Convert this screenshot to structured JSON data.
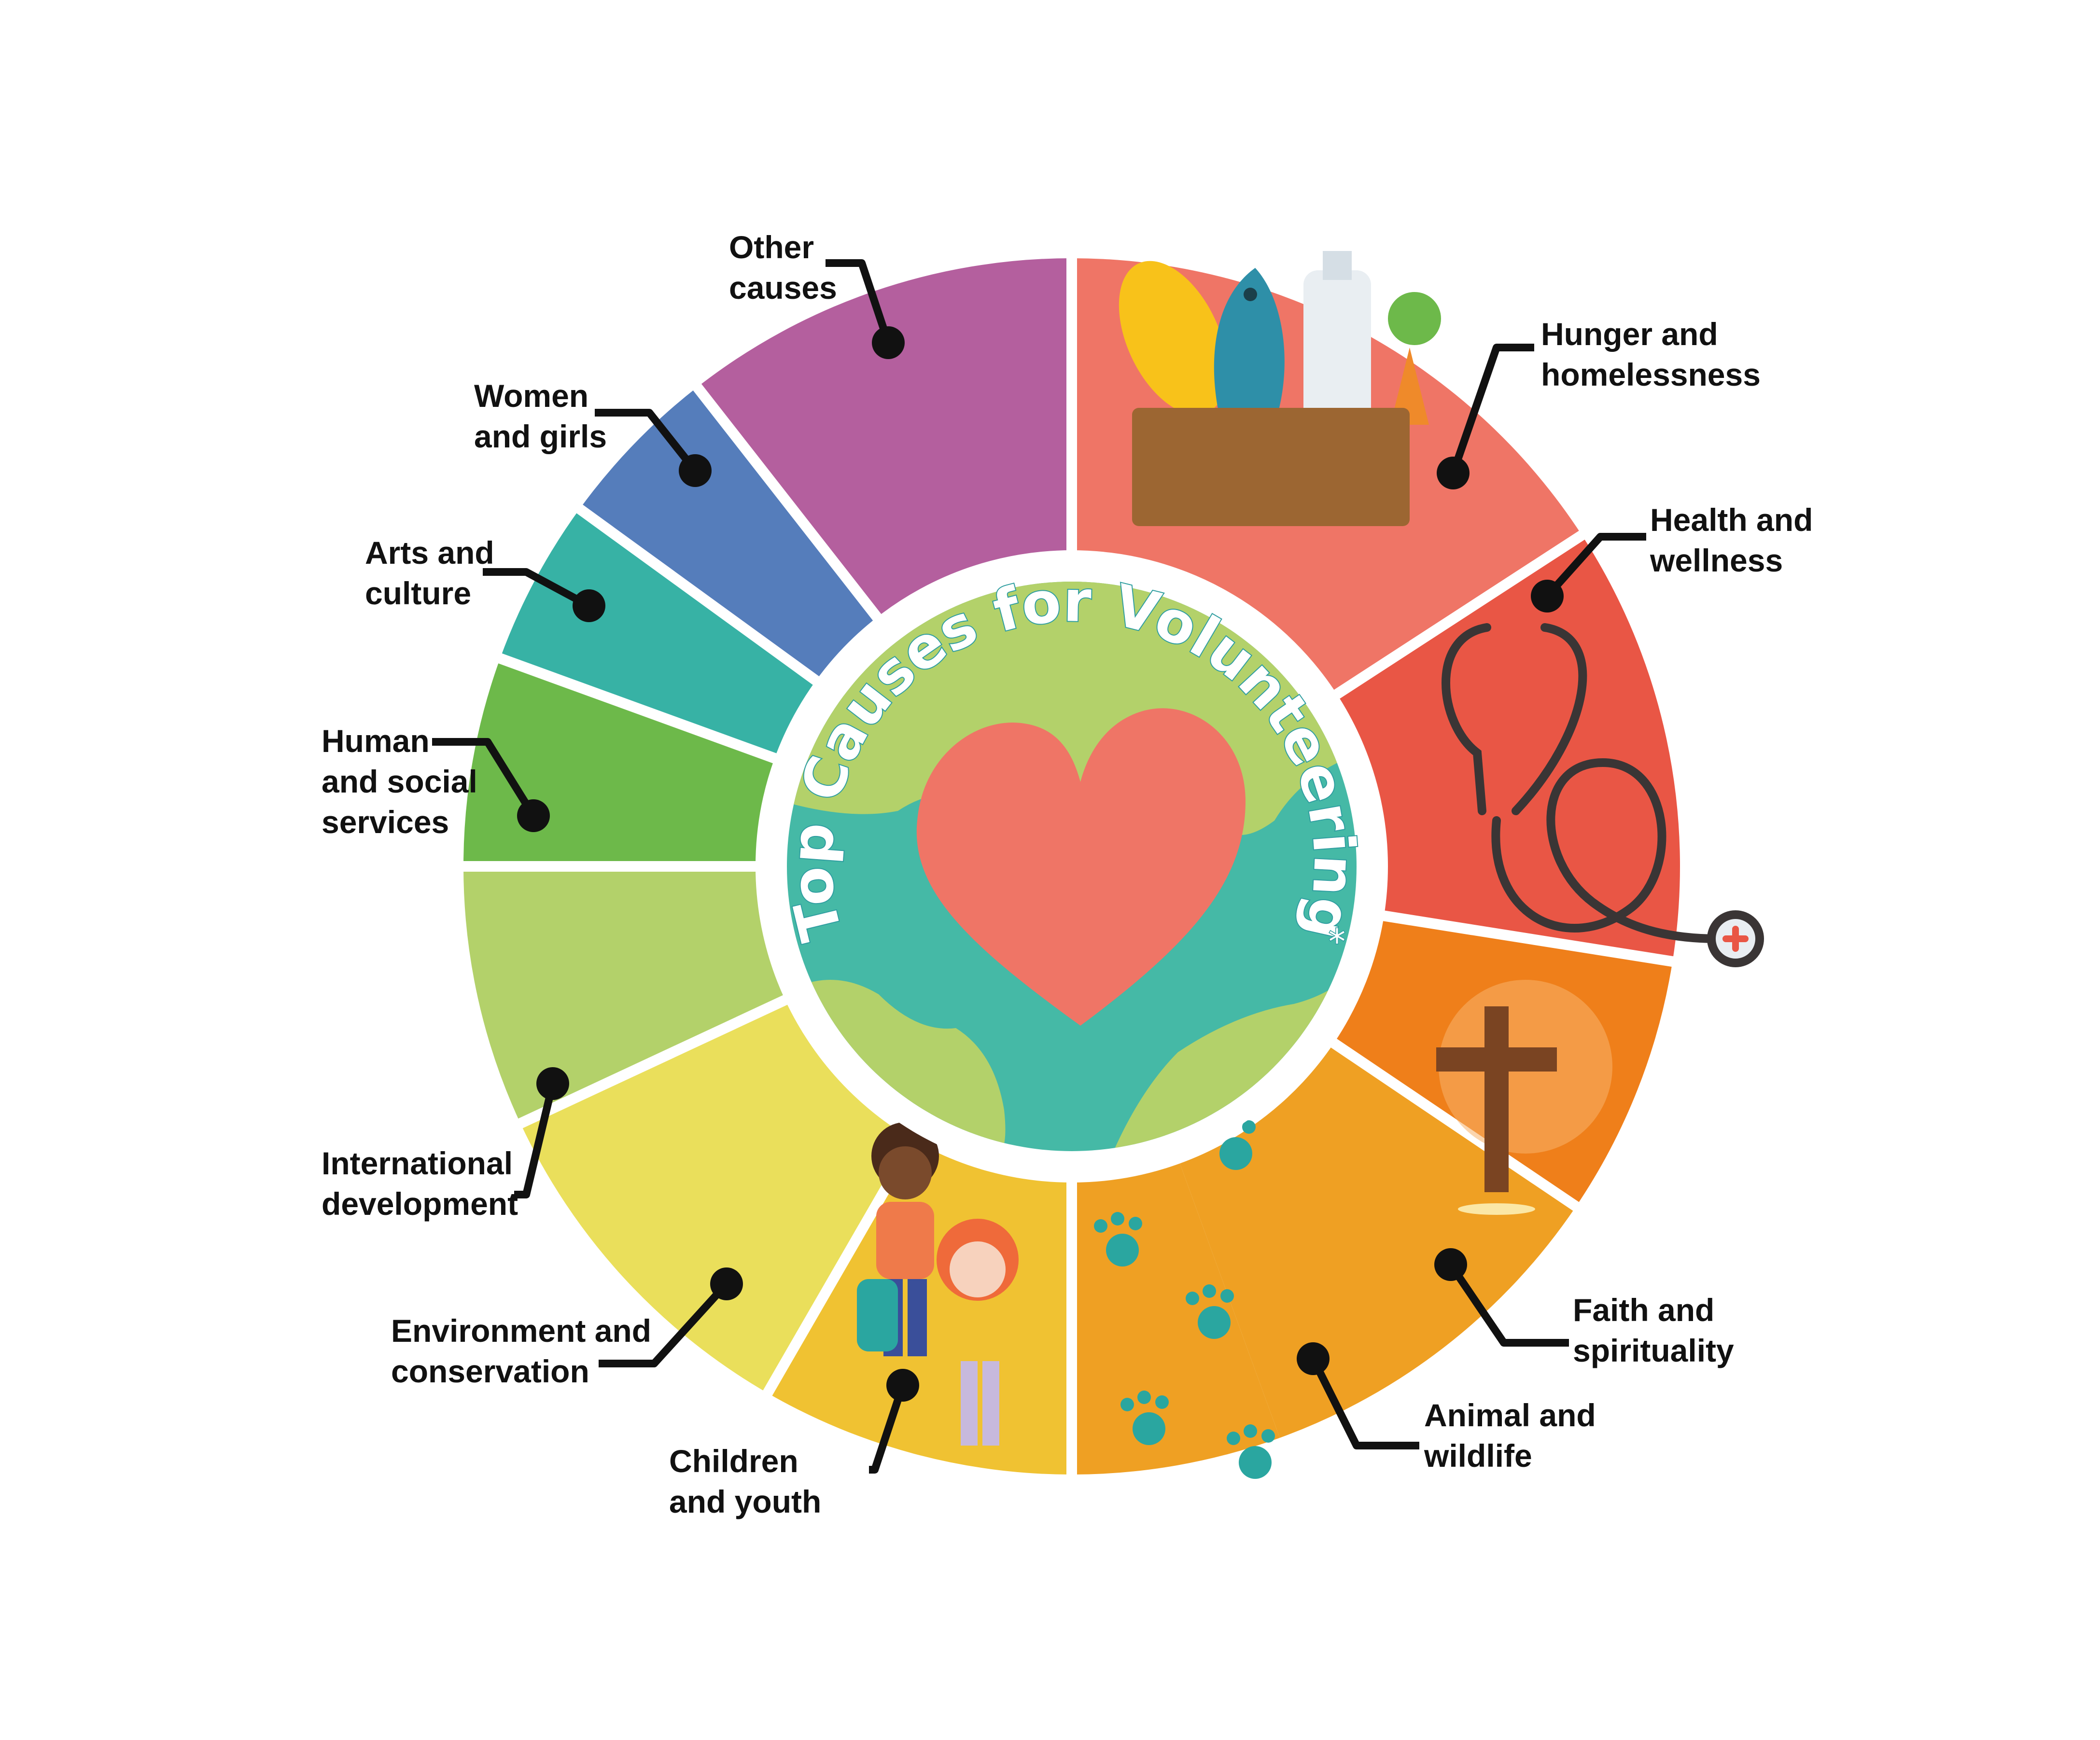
{
  "title": "Top Causes for Volunteering",
  "title_asterisk": "*",
  "segments": [
    {
      "label": "Other causes",
      "color": "#b45f9e",
      "icon": "none"
    },
    {
      "label": "Hunger and homelessness",
      "color": "#ef7566",
      "icon": "grocery-box-icon"
    },
    {
      "label": "Health and wellness",
      "color": "#e95645",
      "icon": "stethoscope-icon"
    },
    {
      "label": "Faith and spirituality",
      "color": "#ef7f1a",
      "icon": "cross-icon"
    },
    {
      "label": "Animal and wildlife",
      "color": "#efa023",
      "icon": "paw-print-icon"
    },
    {
      "label": "Children and youth",
      "color": "#f0c232",
      "icon": "children-icon"
    },
    {
      "label": "Environment and conservation",
      "color": "#eadf5b",
      "icon": "none"
    },
    {
      "label": "International development",
      "color": "#b3d16a",
      "icon": "none"
    },
    {
      "label": "Human and social services",
      "color": "#6db94a",
      "icon": "none"
    },
    {
      "label": "Arts and culture",
      "color": "#37b2a5",
      "icon": "none"
    },
    {
      "label": "Women and girls",
      "color": "#557dbb",
      "icon": "none"
    }
  ],
  "labels": {
    "other": "Other\ncauses",
    "hunger": "Hunger and\nhomelessness",
    "health": "Health and\nwellness",
    "faith": "Faith and\nspirituality",
    "animal": "Animal and\nwildlife",
    "children": "Children\nand youth",
    "environment": "Environment and\nconservation",
    "international": "International\ndevelopment",
    "human": "Human\nand social\nservices",
    "arts": "Arts and\nculture",
    "women": "Women\nand girls"
  },
  "colors": {
    "globe_ocean": "#45b9a6",
    "globe_land": "#b3d16a",
    "heart": "#ef7566",
    "separator": "#ffffff",
    "leader_line": "#111111"
  }
}
